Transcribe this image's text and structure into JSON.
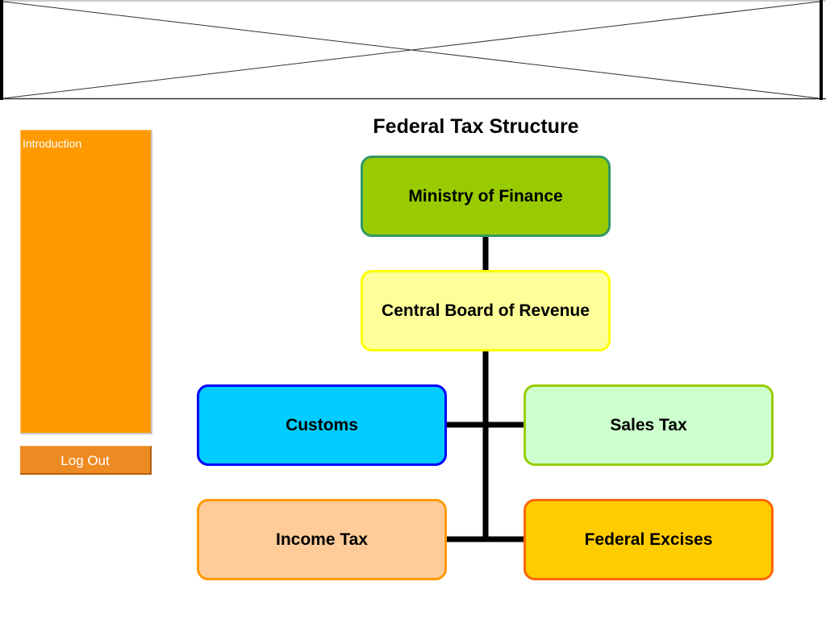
{
  "sidebar": {
    "intro_label": "Introduction",
    "logout_label": "Log Out",
    "panel_color": "#ff9900",
    "button_color": "#ee8a22"
  },
  "banner": {
    "icon": "image-placeholder-icon"
  },
  "org_chart": {
    "title": "Federal Tax Structure",
    "nodes": {
      "ministry": {
        "label": "Ministry of Finance",
        "fill": "#99cc00",
        "border": "#339966"
      },
      "cbr": {
        "label": "Central Board of Revenue",
        "fill": "#ffff99",
        "border": "#ffff00"
      },
      "customs": {
        "label": "Customs",
        "fill": "#00ccff",
        "border": "#0000ff"
      },
      "sales_tax": {
        "label": "Sales Tax",
        "fill": "#ccffcc",
        "border": "#99cc00"
      },
      "income_tax": {
        "label": "Income Tax",
        "fill": "#ffcc99",
        "border": "#ff9900"
      },
      "federal_excises": {
        "label": "Federal Excises",
        "fill": "#ffcc00",
        "border": "#ff6600"
      }
    }
  }
}
